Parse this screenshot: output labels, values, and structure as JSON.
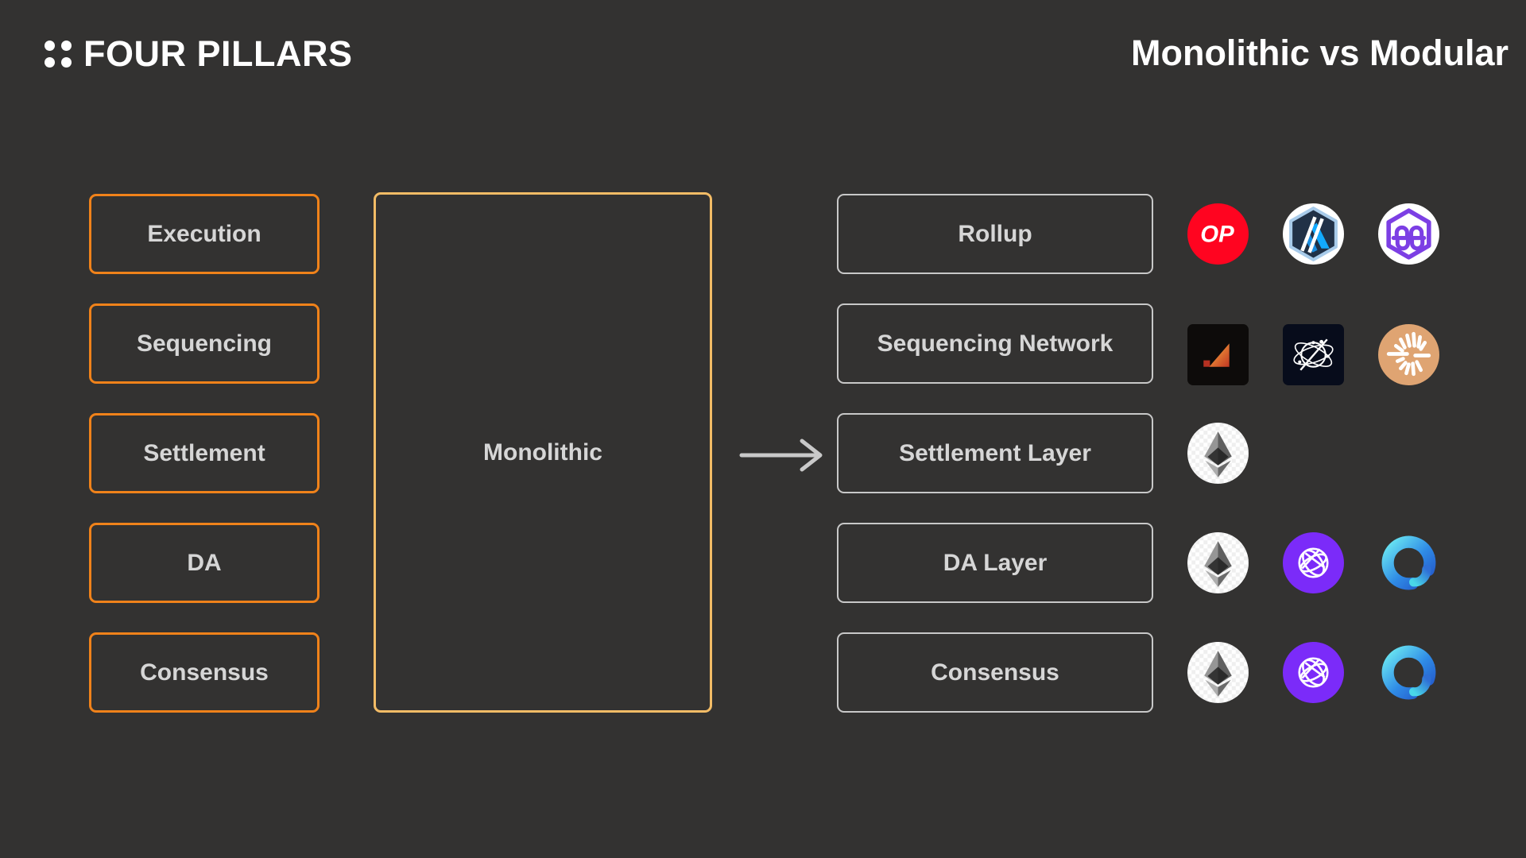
{
  "header": {
    "brand": "FOUR PILLARS",
    "title": "Monolithic vs Modular"
  },
  "monolithic": {
    "label": "Monolithic",
    "pillars": [
      {
        "label": "Execution"
      },
      {
        "label": "Sequencing"
      },
      {
        "label": "Settlement"
      },
      {
        "label": "DA"
      },
      {
        "label": "Consensus"
      }
    ]
  },
  "modular": {
    "rows": [
      {
        "label": "Rollup",
        "logos": [
          "op-badge-icon",
          "arbitrum-shield-icon",
          "purple-hexagon-knot-icon"
        ]
      },
      {
        "label": "Sequencing Network",
        "logos": [
          "orange-a-block-icon",
          "orbit-wireframe-icon",
          "sunburst-icon"
        ]
      },
      {
        "label": "Settlement Layer",
        "logos": [
          "ethereum-icon"
        ]
      },
      {
        "label": "DA Layer",
        "logos": [
          "ethereum-icon",
          "purple-globe-icon",
          "blue-swirl-ring-icon"
        ]
      },
      {
        "label": "Consensus",
        "logos": [
          "ethereum-icon",
          "purple-globe-icon",
          "blue-swirl-ring-icon"
        ]
      }
    ]
  },
  "colors": {
    "background": "#333231",
    "pillar_border": "#F0821A",
    "monolithic_border": "#F3BC66",
    "modular_border": "#C8C8C8",
    "box_text": "#D6D6D6",
    "title_text": "#FFFFFF",
    "arrow": "#C9C9C9",
    "op_red": "#FF0420",
    "arbitrum_navy": "#213147",
    "arbitrum_blue": "#12AAFF",
    "hexagon_purple": "#7C3FE4",
    "astria_black": "#0D0B0A",
    "radius_navy": "#070C1B",
    "espresso_tan": "#DFA472",
    "celestia_purple": "#7B2BF9",
    "avail_blue": "#2F8BE6"
  }
}
